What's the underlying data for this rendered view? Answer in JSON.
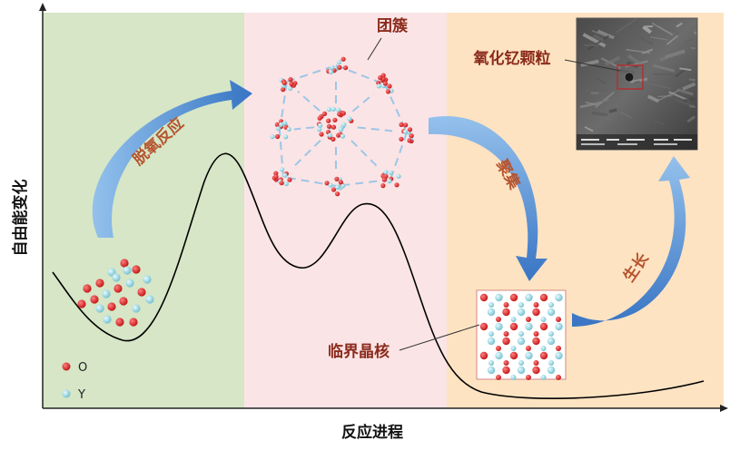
{
  "axes": {
    "y_label": "自由能变化",
    "x_label": "反应进程"
  },
  "stages": [
    {
      "name": "stage-deoxidation",
      "color": "#d6e6c6"
    },
    {
      "name": "stage-cluster",
      "color": "#fbe4e6"
    },
    {
      "name": "stage-growth",
      "color": "#fde3c2"
    }
  ],
  "labels": {
    "cluster": "团簇",
    "particle": "氧化钇颗粒",
    "nucleus": "临界晶核",
    "deoxidize": "脱氧反应",
    "aggregate": "聚集",
    "grow": "生长"
  },
  "legend": [
    {
      "symbol": "O",
      "color": "#d01f1f"
    },
    {
      "symbol": "Y",
      "color": "#8fd3de"
    }
  ],
  "colors": {
    "curve": "#000000",
    "arrow_blue": "#3f7fd0",
    "oxygen": "#d01f1f",
    "yttrium": "#8fd3de",
    "sem_box": "#b03030"
  }
}
